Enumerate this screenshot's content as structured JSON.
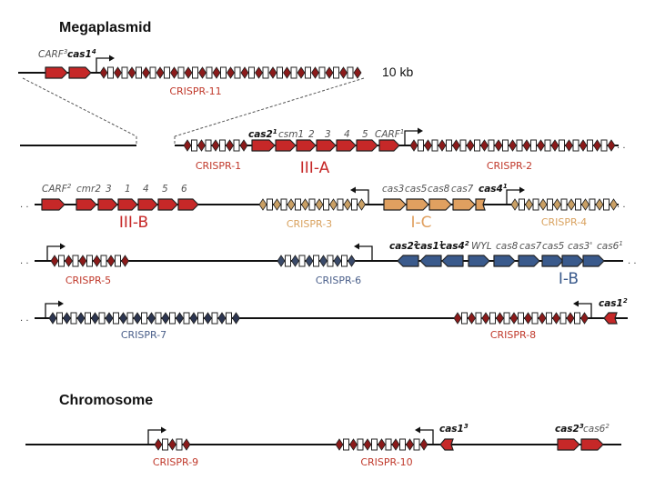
{
  "colors": {
    "type_III": "#c62828",
    "type_IC": "#e0a060",
    "type_IB": "#3a5a8c",
    "crispr_red": "#c0392b",
    "crispr_orange": "#d9a25f",
    "crispr_blue": "#4a5f8a",
    "diamond_dark": "#8b1a1a",
    "line": "#111111"
  },
  "sections": {
    "megaplasmid": "Megaplasmid",
    "chromosome": "Chromosome"
  },
  "scale_label": "10 kb",
  "rows": [
    {
      "id": "inset",
      "genes": [
        {
          "label": "CARF",
          "sup": "3",
          "bold": false,
          "color": "type_III",
          "dir": "right"
        },
        {
          "label": "cas1",
          "sup": "4",
          "bold": true,
          "color": "type_III",
          "dir": "right"
        }
      ],
      "arrays": [
        {
          "label": "CRISPR-11",
          "color": "crispr_red",
          "units": 28
        }
      ]
    },
    {
      "id": "row1",
      "genes": [
        {
          "label": "cas2",
          "sup": "1",
          "bold": true,
          "color": "type_III",
          "dir": "right"
        },
        {
          "label": "csm1",
          "sup": "",
          "bold": false,
          "color": "type_III",
          "dir": "right"
        },
        {
          "label": "2",
          "sup": "",
          "bold": false,
          "color": "type_III",
          "dir": "right"
        },
        {
          "label": "3",
          "sup": "",
          "bold": false,
          "color": "type_III",
          "dir": "right"
        },
        {
          "label": "4",
          "sup": "",
          "bold": false,
          "color": "type_III",
          "dir": "right"
        },
        {
          "label": "5",
          "sup": "",
          "bold": false,
          "color": "type_III",
          "dir": "right"
        },
        {
          "label": "CARF",
          "sup": "1",
          "bold": false,
          "color": "type_III",
          "dir": "right"
        }
      ],
      "type_label": "III-A",
      "arrays": [
        {
          "label": "CRISPR-1",
          "color": "crispr_red",
          "units": 5
        },
        {
          "label": "CRISPR-2",
          "color": "crispr_red",
          "units": 20
        }
      ]
    },
    {
      "id": "row2",
      "genes_IIIB": [
        {
          "label": "CARF",
          "sup": "2",
          "bold": false
        },
        {
          "label": "cmr2",
          "sup": "",
          "bold": false
        },
        {
          "label": "3",
          "sup": "",
          "bold": false
        },
        {
          "label": "1",
          "sup": "",
          "bold": false
        },
        {
          "label": "4",
          "sup": "",
          "bold": false
        },
        {
          "label": "5",
          "sup": "",
          "bold": false
        },
        {
          "label": "6",
          "sup": "",
          "bold": false
        }
      ],
      "type_label_IIIB": "III-B",
      "genes_IC": [
        {
          "label": "cas3",
          "sup": "",
          "bold": false
        },
        {
          "label": "cas5",
          "sup": "",
          "bold": false
        },
        {
          "label": "cas8",
          "sup": "",
          "bold": false
        },
        {
          "label": "cas7",
          "sup": "",
          "bold": false
        },
        {
          "label": "cas4",
          "sup": "1",
          "bold": true
        }
      ],
      "type_label_IC": "I-C",
      "arrays": [
        {
          "label": "CRISPR-3",
          "color": "crispr_orange",
          "units": 11
        },
        {
          "label": "CRISPR-4",
          "color": "crispr_orange",
          "units": 11
        }
      ]
    },
    {
      "id": "row3",
      "genes_IB": [
        {
          "label": "cas2",
          "sup": "2",
          "bold": true
        },
        {
          "label": "cas1",
          "sup": "1",
          "bold": true
        },
        {
          "label": "cas4",
          "sup": "2",
          "bold": true
        },
        {
          "label": "WYL",
          "sup": "",
          "bold": false
        },
        {
          "label": "cas8",
          "sup": "",
          "bold": false
        },
        {
          "label": "cas7",
          "sup": "",
          "bold": false
        },
        {
          "label": "cas5",
          "sup": "",
          "bold": false
        },
        {
          "label": "cas3'",
          "sup": "",
          "bold": false
        },
        {
          "label": "cas6",
          "sup": "1",
          "bold": false
        }
      ],
      "type_label_IB": "I-B",
      "arrays": [
        {
          "label": "CRISPR-5",
          "color": "crispr_red",
          "units": 8
        },
        {
          "label": "CRISPR-6",
          "color": "crispr_blue",
          "units": 8
        }
      ]
    },
    {
      "id": "row4",
      "genes": [
        {
          "label": "cas1",
          "sup": "2",
          "bold": true
        }
      ],
      "arrays": [
        {
          "label": "CRISPR-7",
          "color": "crispr_blue",
          "units": 20
        },
        {
          "label": "CRISPR-8",
          "color": "crispr_red",
          "units": 14
        }
      ]
    },
    {
      "id": "chromosome",
      "genes": [
        {
          "label": "cas1",
          "sup": "3",
          "bold": true
        },
        {
          "label": "cas2",
          "sup": "3",
          "bold": true
        },
        {
          "label": "cas6",
          "sup": "2",
          "bold": false
        }
      ],
      "arrays": [
        {
          "label": "CRISPR-9",
          "color": "crispr_red",
          "units": 3
        },
        {
          "label": "CRISPR-10",
          "color": "crispr_red",
          "units": 10
        }
      ]
    }
  ],
  "ellipsis": ". ."
}
